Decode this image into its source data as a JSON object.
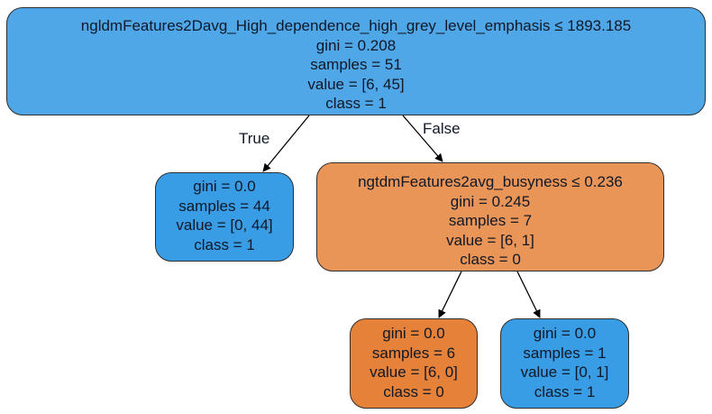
{
  "tree": {
    "nodes": [
      {
        "id": "root",
        "condition": "ngldmFeatures2Davg_High_dependence_high_grey_level_emphasis ≤ 1893.185",
        "gini": "gini = 0.208",
        "samples": "samples = 51",
        "value": "value = [6, 45]",
        "class": "class = 1",
        "fill": "#4fa7e8"
      },
      {
        "id": "left-leaf",
        "gini": "gini = 0.0",
        "samples": "samples = 44",
        "value": "value = [0, 44]",
        "class": "class = 1",
        "fill": "#399de5"
      },
      {
        "id": "right-split",
        "condition": "ngtdmFeatures2avg_busyness ≤ 0.236",
        "gini": "gini = 0.245",
        "samples": "samples = 7",
        "value": "value = [6, 1]",
        "class": "class = 0",
        "fill": "#e99558"
      },
      {
        "id": "right-left-leaf",
        "gini": "gini = 0.0",
        "samples": "samples = 6",
        "value": "value = [6, 0]",
        "class": "class = 0",
        "fill": "#e58139"
      },
      {
        "id": "right-right-leaf",
        "gini": "gini = 0.0",
        "samples": "samples = 1",
        "value": "value = [0, 1]",
        "class": "class = 1",
        "fill": "#399de5"
      }
    ],
    "edges": [
      {
        "from": "root",
        "to": "left-leaf",
        "label": "True"
      },
      {
        "from": "root",
        "to": "right-split",
        "label": "False"
      },
      {
        "from": "right-split",
        "to": "right-left-leaf",
        "label": ""
      },
      {
        "from": "right-split",
        "to": "right-right-leaf",
        "label": ""
      }
    ]
  }
}
